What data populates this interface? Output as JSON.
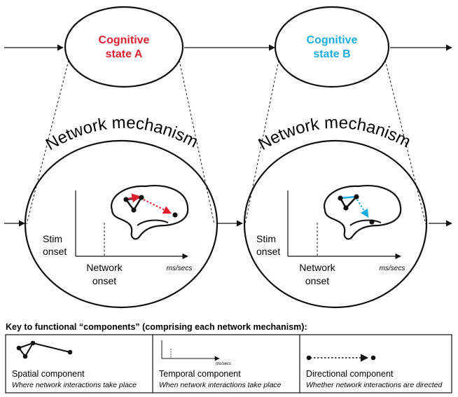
{
  "states": [
    {
      "label_line1": "Cognitive",
      "label_line2": "state A",
      "color": "#e0202e"
    },
    {
      "label_line1": "Cognitive",
      "label_line2": "state B",
      "color": "#1aaee3"
    }
  ],
  "mechanisms": [
    {
      "title": "Network mechanism",
      "stim_line1": "Stim",
      "stim_line2": "onset",
      "net_line1": "Network",
      "net_line2": "onset",
      "unit": "ms/secs",
      "arrow_color": "#e0202e"
    },
    {
      "title": "Network mechanism",
      "stim_line1": "Stim",
      "stim_line2": "onset",
      "net_line1": "Network",
      "net_line2": "onset",
      "unit": "ms/secs",
      "arrow_color": "#1aaee3"
    }
  ],
  "key": {
    "title": "Key to functional “components” (comprising each network mechanism):",
    "components": [
      {
        "name": "Spatial component",
        "description": "Where network interactions take place"
      },
      {
        "name": "Temporal component",
        "description": "When network interactions take place",
        "unit": "ms/secs"
      },
      {
        "name": "Directional component",
        "description": "Whether network interactions are directed"
      }
    ]
  }
}
